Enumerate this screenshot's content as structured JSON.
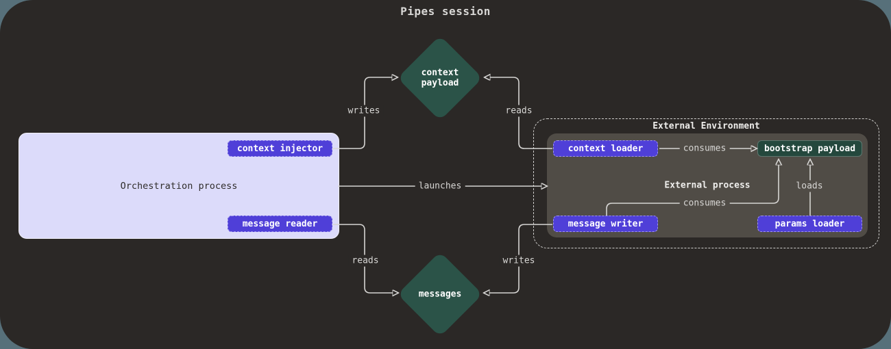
{
  "title": "Pipes session",
  "colors": {
    "outside_bg": "#57707a",
    "card_bg": "#2b2826",
    "orchestration_box": "#dcdbfa",
    "chip_purple": "#4f3fd8",
    "diamond_green": "#2b5348",
    "bootstrap_green": "#24483d",
    "external_process_gray": "#504c46",
    "line": "#d6d5d3"
  },
  "nodes": {
    "orchestration_process": {
      "label": "Orchestration process"
    },
    "context_injector": {
      "label": "context injector"
    },
    "message_reader": {
      "label": "message reader"
    },
    "context_payload": {
      "line1": "context",
      "line2": "payload"
    },
    "messages": {
      "label": "messages"
    },
    "external_environment": {
      "label": "External Environment"
    },
    "external_process": {
      "label": "External process"
    },
    "context_loader": {
      "label": "context loader"
    },
    "bootstrap_payload": {
      "label": "bootstrap payload"
    },
    "message_writer": {
      "label": "message writer"
    },
    "params_loader": {
      "label": "params loader"
    }
  },
  "edges": {
    "writes_top": {
      "label": "writes"
    },
    "reads_top": {
      "label": "reads"
    },
    "launches": {
      "label": "launches"
    },
    "consumes_top": {
      "label": "consumes"
    },
    "consumes_bottom": {
      "label": "consumes"
    },
    "loads": {
      "label": "loads"
    },
    "reads_bottom": {
      "label": "reads"
    },
    "writes_bottom": {
      "label": "writes"
    }
  }
}
